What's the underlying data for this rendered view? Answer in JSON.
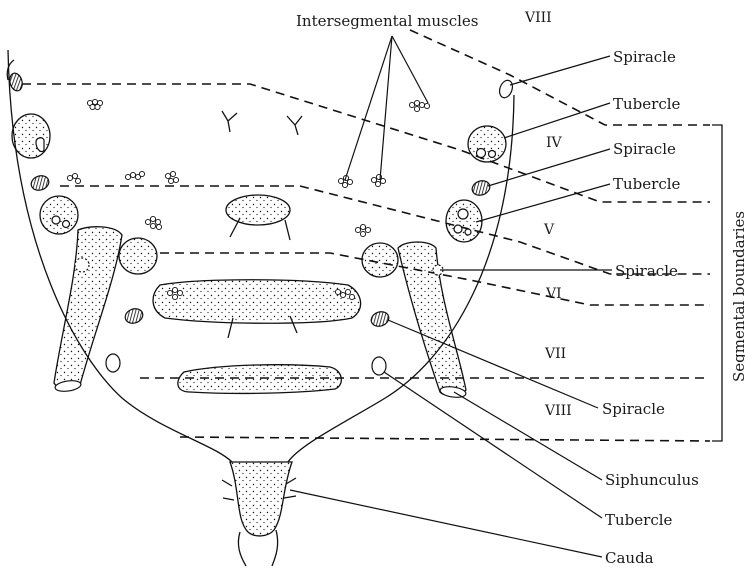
{
  "labels": {
    "intersegmental_muscles": "Intersegmental muscles",
    "viii_top": "VIII",
    "spiracle_1": "Spiracle",
    "tubercle_1": "Tubercle",
    "iv": "IV",
    "spiracle_2": "Spiracle",
    "tubercle_2": "Tubercle",
    "v": "V",
    "spiracle_3": "Spiracle",
    "vi": "VI",
    "vii": "VII",
    "spiracle_4": "Spiracle",
    "viii_bottom": "VIII",
    "siphunculus": "Siphunculus",
    "tubercle_3": "Tubercle",
    "cauda": "Cauda",
    "segmental_boundaries": "Segmental boundaries"
  }
}
